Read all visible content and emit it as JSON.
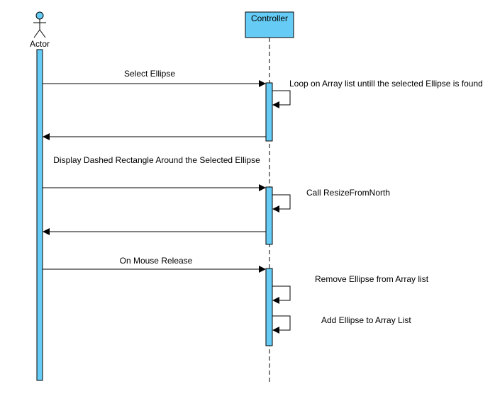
{
  "diagram": {
    "type": "sequence",
    "colors": {
      "activation_fill": "#66ccf5",
      "activation_stroke": "#000000",
      "line": "#000000",
      "background": "#ffffff"
    },
    "participants": {
      "actor_label": "Actor",
      "controller_label": "Controller"
    },
    "messages": {
      "select_ellipse": "Select Ellipse",
      "loop_array": "Loop on Array list untill the selected Ellipse is found",
      "display_dashed": "Display Dashed Rectangle Around the Selected Ellipse",
      "call_resize": "Call ResizeFromNorth",
      "mouse_release": "On Mouse Release",
      "remove_ellipse": "Remove Ellipse from Array list",
      "add_ellipse": "Add Ellipse to Array List"
    }
  }
}
